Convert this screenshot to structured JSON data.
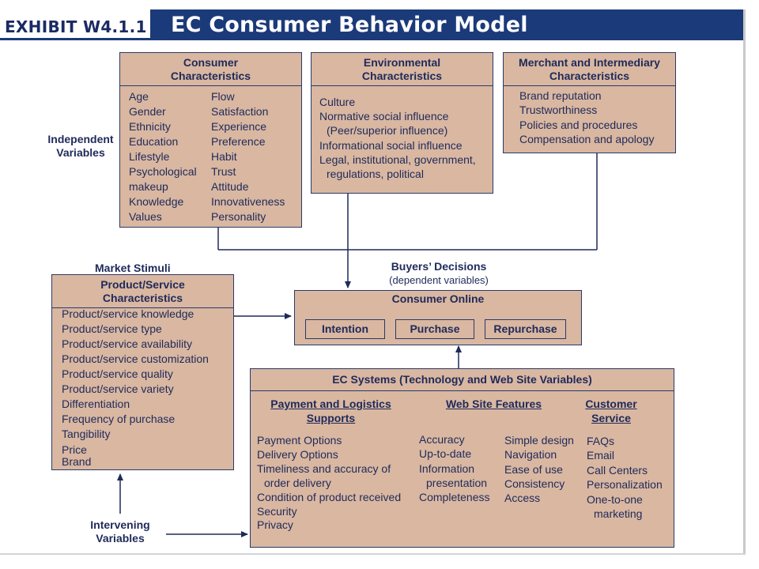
{
  "header": {
    "exhibit": "EXHIBIT W4.1.1",
    "title": "EC Consumer Behavior Model"
  },
  "labels": {
    "independent_line1": "Independent",
    "independent_line2": "Variables",
    "market_stimuli": "Market Stimuli",
    "buyers_decisions": "Buyers’ Decisions",
    "dependent_variables": "(dependent variables)",
    "intervening_line1": "Intervening",
    "intervening_line2": "Variables"
  },
  "consumer": {
    "title_line1": "Consumer",
    "title_line2": "Characteristics",
    "col1": [
      "Age",
      "Gender",
      "Ethnicity",
      "Education",
      "Lifestyle",
      "Psychological",
      "makeup",
      "Knowledge",
      "Values"
    ],
    "col2": [
      "Flow",
      "Satisfaction",
      "Experience",
      "Preference",
      "Habit",
      "Trust",
      "Attitude",
      "Innovativeness",
      "Personality"
    ]
  },
  "environmental": {
    "title_line1": "Environmental",
    "title_line2": "Characteristics",
    "items": [
      "Culture",
      "Normative social influence",
      "  (Peer/superior influence)",
      "Informational social influence",
      "Legal, institutional, government,",
      "  regulations, political"
    ]
  },
  "merchant": {
    "title_line1": "Merchant and Intermediary",
    "title_line2": "Characteristics",
    "items": [
      "Brand reputation",
      "Trustworthiness",
      "Policies and procedures",
      "Compensation and apology"
    ]
  },
  "product": {
    "title_line1": "Product/Service",
    "title_line2": "Characteristics",
    "items": [
      "Product/service knowledge",
      "Product/service type",
      "Product/service availability",
      "Product/service customization",
      "Product/service quality",
      "Product/service variety",
      "Differentiation",
      "Frequency of purchase",
      "Tangibility",
      "Price",
      "Brand"
    ]
  },
  "consumer_online": {
    "title": "Consumer Online",
    "decisions": [
      "Intention",
      "Purchase",
      "Repurchase"
    ]
  },
  "ec_systems": {
    "title": "EC Systems (Technology and Web Site Variables)",
    "payment_head_line1": "Payment and Logistics",
    "payment_head_line2": "Supports",
    "payment_items": [
      "Payment Options",
      "Delivery Options",
      "Timeliness and accuracy of",
      "  order delivery",
      "Condition of product received",
      "Security",
      "Privacy"
    ],
    "web_head": "Web Site Features",
    "web_col1": [
      "Accuracy",
      "Up-to-date",
      "Information",
      "  presentation",
      "Completeness"
    ],
    "web_col2": [
      "Simple design",
      "Navigation",
      "Ease of use",
      "Consistency",
      "Access"
    ],
    "service_head_line1": "Customer",
    "service_head_line2": "Service",
    "service_items": [
      "FAQs",
      "Email",
      "Call Centers",
      "Personalization",
      "One-to-one",
      "  marketing"
    ]
  },
  "colors": {
    "box_fill": "#d9b7a1",
    "title_band": "#1b3a7a",
    "text": "#1f2a5a"
  }
}
